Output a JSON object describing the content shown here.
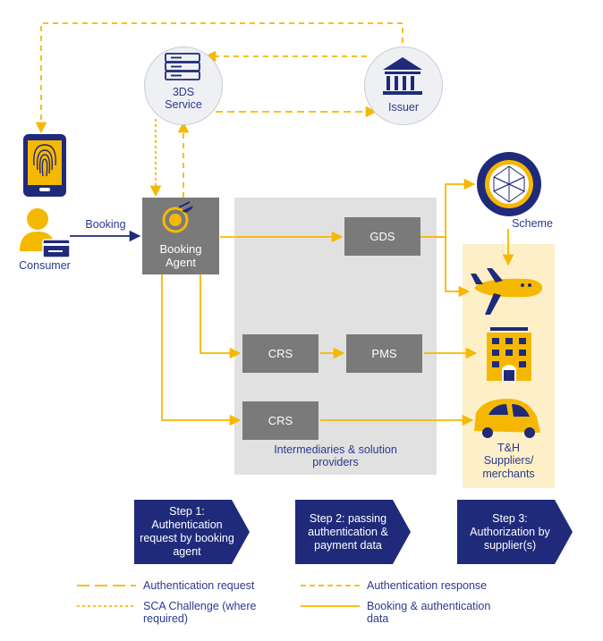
{
  "colors": {
    "accent": "#f5b800",
    "navy": "#1f2a7a",
    "box_gray": "#7a7a7a",
    "panel_gray": "#e1e1e1",
    "panel_yellow": "#fdf0c8",
    "label_blue": "#2b3990"
  },
  "nodes": {
    "three_ds": "3DS\nService",
    "issuer": "Issuer",
    "booking_agent": "Booking\nAgent",
    "gds": "GDS",
    "crs_top": "CRS",
    "pms": "PMS",
    "crs_bottom": "CRS",
    "scheme": "Scheme",
    "consumer": "Consumer",
    "booking_edge": "Booking",
    "intermediaries": "Intermediaries & solution\nproviders",
    "suppliers": "T&H\nSuppliers/\nmerchants"
  },
  "icons": {
    "three_ds": "server-icon",
    "issuer": "bank-icon",
    "phone": "fingerprint-phone-icon",
    "consumer": "person-icon",
    "card": "credit-card-icon",
    "agent": "globe-plane-icon",
    "scheme": "globe-network-icon",
    "plane": "airplane-icon",
    "hotel": "hotel-icon",
    "car": "car-icon"
  },
  "steps": [
    {
      "label": "Step 1:\nAuthentication\nrequest by booking\nagent"
    },
    {
      "label": "Step 2: passing\nauthentication &\npayment data"
    },
    {
      "label": "Step 3:\nAuthorization by\nsupplier(s)"
    }
  ],
  "legend": [
    {
      "label": "Authentication request",
      "style": "long-dash"
    },
    {
      "label": "Authentication response",
      "style": "short-dash"
    },
    {
      "label": "SCA Challenge (where\nrequired)",
      "style": "dotted"
    },
    {
      "label": "Booking & authentication\ndata",
      "style": "solid"
    }
  ]
}
